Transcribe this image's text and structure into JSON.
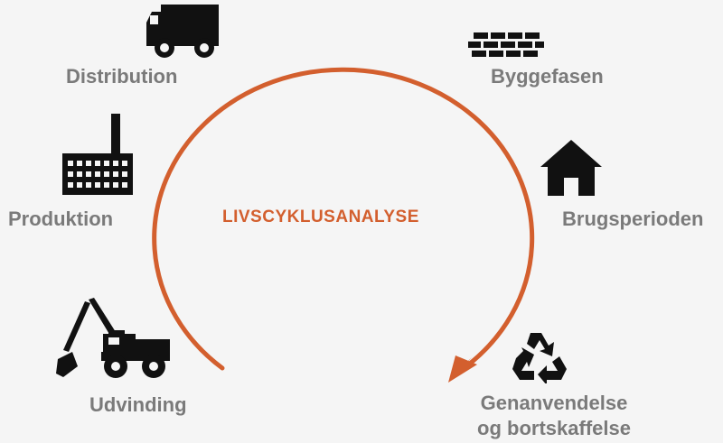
{
  "diagram": {
    "title": "LIVSCYKLUSANALYSE",
    "accent_color": "#d35f2e",
    "label_color": "#7a7a7a",
    "icon_color": "#111111",
    "stages": [
      {
        "id": "udvinding",
        "label": "Udvinding",
        "icon": "excavator-icon"
      },
      {
        "id": "produktion",
        "label": "Produktion",
        "icon": "factory-icon"
      },
      {
        "id": "distribution",
        "label": "Distribution",
        "icon": "truck-icon"
      },
      {
        "id": "byggefasen",
        "label": "Byggefasen",
        "icon": "bricks-icon"
      },
      {
        "id": "brugsperioden",
        "label": "Brugsperioden",
        "icon": "house-icon"
      },
      {
        "id": "genanvendelse",
        "label_line1": "Genanvendelse",
        "label_line2": "og bortskaffelse",
        "icon": "recycle-icon"
      }
    ]
  }
}
